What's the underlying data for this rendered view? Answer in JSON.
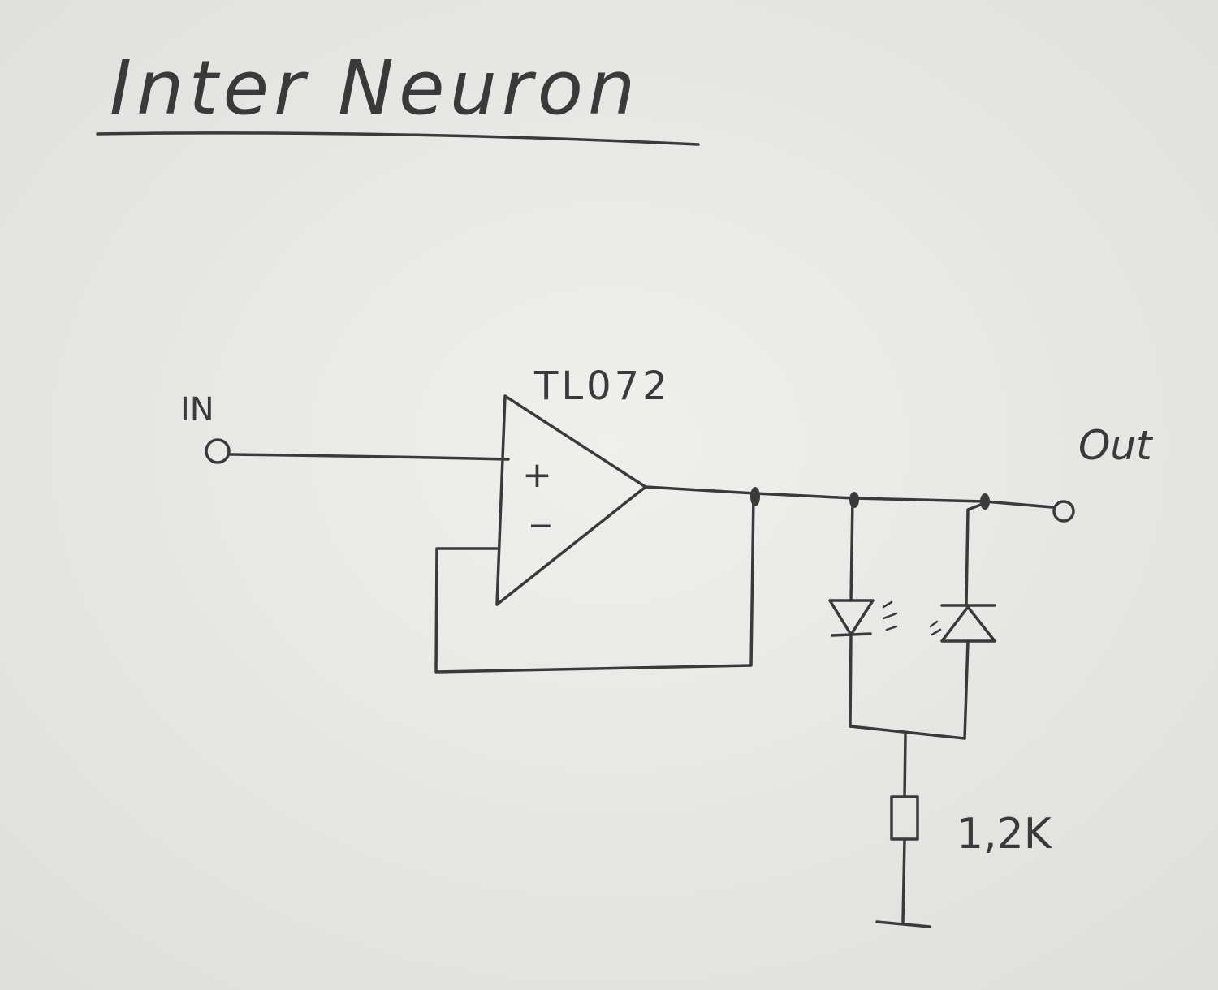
{
  "title": "Inter Neuron",
  "labels": {
    "input": "IN",
    "output": "Out",
    "opamp": "TL072",
    "plus": "+",
    "minus": "−",
    "resistor": "1,2K"
  },
  "colors": {
    "paper": "#e8e8e6",
    "ink": "#3a3a3a"
  }
}
